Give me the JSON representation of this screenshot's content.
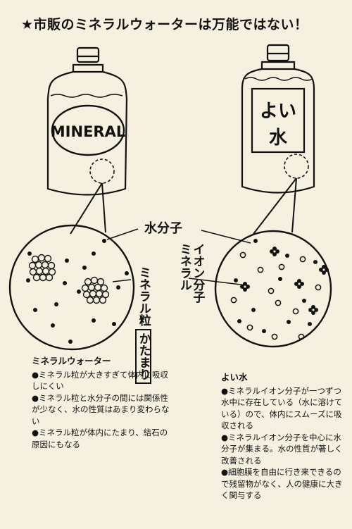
{
  "title": "★市販のミネラルウォーターは万能ではない！",
  "bottles": {
    "left_label": "MINERAL",
    "right_label_line1": "よい",
    "right_label_line2": "水"
  },
  "callouts": {
    "water_molecule": "水分子",
    "mineral_ion_line1": "ミネラル",
    "mineral_ion_line2": "イオン分子",
    "mineral_grain": "ミネラル粒",
    "mineral_grain_paren": "かたまり"
  },
  "left_column": {
    "heading": "ミネラルウォーター",
    "items": [
      "●ミネラル粒が大きすぎて体内に吸収しにくい",
      "●ミネラル粒と水分子の間には関係性が少なく、水の性質はあまり変わらない",
      "●ミネラル粒が体内にたまり、結石の原因にもなる"
    ]
  },
  "right_column": {
    "heading": "よい水",
    "items": [
      "●ミネラルイオン分子が一つずつ水中に存在している（水に溶けている）ので、体内にスムーズに吸収される",
      "●ミネラルイオン分子を中心に水分子が集まる。水の性質が著しく改善される",
      "●細胞膜を自由に行き来できるので残留物がなく、人の健康に大きく関与する"
    ]
  }
}
